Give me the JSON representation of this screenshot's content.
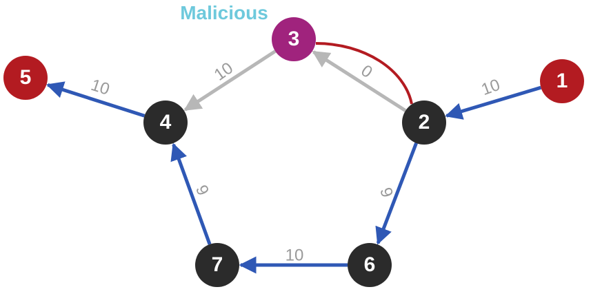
{
  "colors": {
    "normal_node": "#2b2b2b",
    "endpoint_node": "#b31b21",
    "malicious_node": "#a0237d",
    "blue_edge": "#2f58b5",
    "gray_edge": "#b7b7b7",
    "red_edge": "#b31b21",
    "malicious_tag": "#6ec9dc",
    "edge_label": "#9a9a9a"
  },
  "tag": {
    "malicious": "Malicious"
  },
  "nodes": [
    {
      "id": "1",
      "label": "1",
      "kind": "endpoint"
    },
    {
      "id": "2",
      "label": "2",
      "kind": "normal"
    },
    {
      "id": "3",
      "label": "3",
      "kind": "malicious"
    },
    {
      "id": "4",
      "label": "4",
      "kind": "normal"
    },
    {
      "id": "5",
      "label": "5",
      "kind": "endpoint"
    },
    {
      "id": "6",
      "label": "6",
      "kind": "normal"
    },
    {
      "id": "7",
      "label": "7",
      "kind": "normal"
    }
  ],
  "edges": [
    {
      "from": "1",
      "to": "2",
      "label": "10",
      "style": "blue"
    },
    {
      "from": "2",
      "to": "3",
      "label": "0",
      "style": "gray"
    },
    {
      "from": "3",
      "to": "4",
      "label": "10",
      "style": "gray"
    },
    {
      "from": "4",
      "to": "5",
      "label": "10",
      "style": "blue"
    },
    {
      "from": "2",
      "to": "6",
      "label": "9",
      "style": "blue"
    },
    {
      "from": "6",
      "to": "7",
      "label": "10",
      "style": "blue"
    },
    {
      "from": "7",
      "to": "4",
      "label": "9",
      "style": "blue"
    },
    {
      "from": "3",
      "to": "2",
      "label": "",
      "style": "red"
    }
  ]
}
